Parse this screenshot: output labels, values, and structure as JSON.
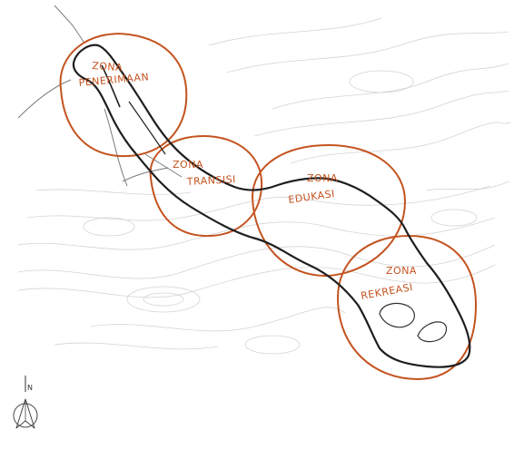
{
  "colors": {
    "zone_outline": "#c4531f",
    "site_boundary": "#1b1b1b",
    "contour": "#cfcfcf",
    "road": "#777777"
  },
  "zones": [
    {
      "id": "penerimaan",
      "line1": "ZONA",
      "line2": "PENERIMAAN"
    },
    {
      "id": "transisi",
      "line1": "ZONA",
      "line2": "TRANSISI"
    },
    {
      "id": "edukasi",
      "line1": "ZONA",
      "line2": "EDUKASI"
    },
    {
      "id": "rekreasi",
      "line1": "ZONA",
      "line2": "REKREASI"
    }
  ],
  "north_arrow": {
    "letter": "N",
    "icon": "north-arrow-icon"
  }
}
